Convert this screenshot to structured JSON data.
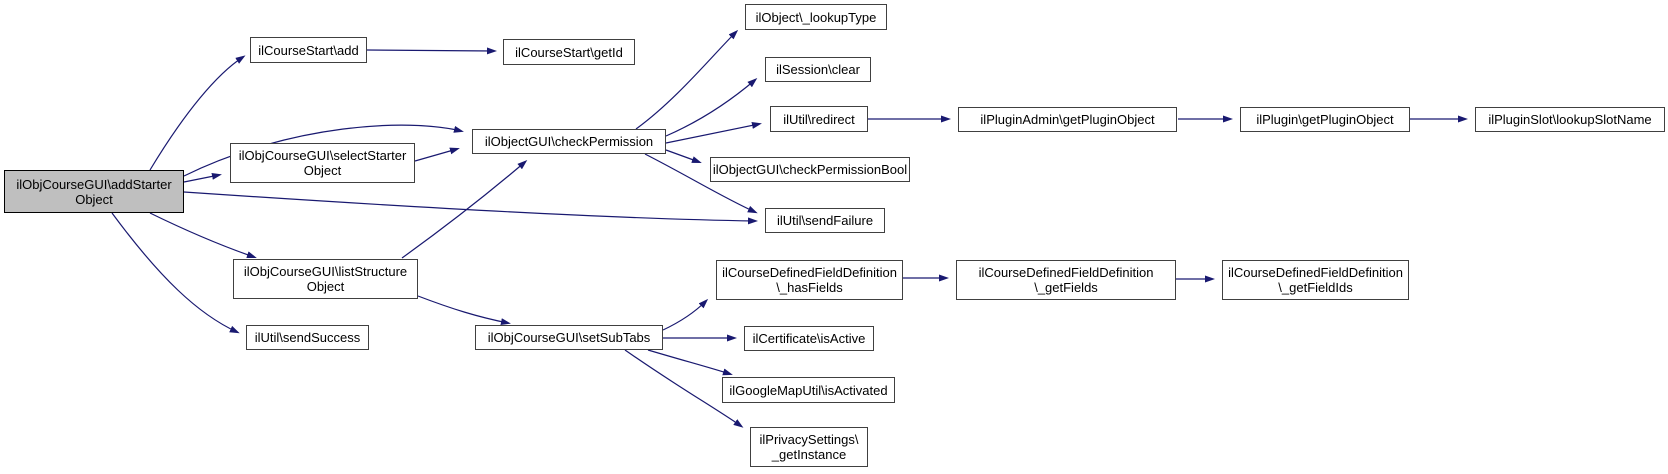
{
  "graph": {
    "type": "call-graph",
    "edge_color": "#191970",
    "node_border_color": "#404040",
    "root_fill_color": "#bfbfbf",
    "nodes": [
      {
        "id": "ilObjCourseGUI-addStarterObject",
        "label": "ilObjCourseGUI\\addStarter\nObject",
        "is_root": true
      },
      {
        "id": "ilCourseStart-add",
        "label": "ilCourseStart\\add",
        "is_root": false
      },
      {
        "id": "ilCourseStart-getId",
        "label": "ilCourseStart\\getId",
        "is_root": false
      },
      {
        "id": "ilObjCourseGUI-selectStarterObject",
        "label": "ilObjCourseGUI\\selectStarter\nObject",
        "is_root": false
      },
      {
        "id": "ilObjectGUI-checkPermission",
        "label": "ilObjectGUI\\checkPermission",
        "is_root": false
      },
      {
        "id": "ilObject-lookupType",
        "label": "ilObject\\_lookupType",
        "is_root": false
      },
      {
        "id": "ilSession-clear",
        "label": "ilSession\\clear",
        "is_root": false
      },
      {
        "id": "ilUtil-redirect",
        "label": "ilUtil\\redirect",
        "is_root": false
      },
      {
        "id": "ilObjectGUI-checkPermissionBool",
        "label": "ilObjectGUI\\checkPermissionBool",
        "is_root": false
      },
      {
        "id": "ilUtil-sendFailure",
        "label": "ilUtil\\sendFailure",
        "is_root": false
      },
      {
        "id": "ilPluginAdmin-getPluginObject",
        "label": "ilPluginAdmin\\getPluginObject",
        "is_root": false
      },
      {
        "id": "ilPlugin-getPluginObject",
        "label": "ilPlugin\\getPluginObject",
        "is_root": false
      },
      {
        "id": "ilPluginSlot-lookupSlotName",
        "label": "ilPluginSlot\\lookupSlotName",
        "is_root": false
      },
      {
        "id": "ilObjCourseGUI-listStructureObject",
        "label": "ilObjCourseGUI\\listStructure\nObject",
        "is_root": false
      },
      {
        "id": "ilUtil-sendSuccess",
        "label": "ilUtil\\sendSuccess",
        "is_root": false
      },
      {
        "id": "ilObjCourseGUI-setSubTabs",
        "label": "ilObjCourseGUI\\setSubTabs",
        "is_root": false
      },
      {
        "id": "ilCourseDefinedFieldDefinition-hasFields",
        "label": "ilCourseDefinedFieldDefinition\n\\_hasFields",
        "is_root": false
      },
      {
        "id": "ilCertificate-isActive",
        "label": "ilCertificate\\isActive",
        "is_root": false
      },
      {
        "id": "ilGoogleMapUtil-isActivated",
        "label": "ilGoogleMapUtil\\isActivated",
        "is_root": false
      },
      {
        "id": "ilPrivacySettings-getInstance",
        "label": "ilPrivacySettings\\\n_getInstance",
        "is_root": false
      },
      {
        "id": "ilCourseDefinedFieldDefinition-getFields",
        "label": "ilCourseDefinedFieldDefinition\n\\_getFields",
        "is_root": false
      },
      {
        "id": "ilCourseDefinedFieldDefinition-getFieldIds",
        "label": "ilCourseDefinedFieldDefinition\n\\_getFieldIds",
        "is_root": false
      }
    ],
    "edges": [
      {
        "from": "ilObjCourseGUI-addStarterObject",
        "to": "ilCourseStart-add"
      },
      {
        "from": "ilObjCourseGUI-addStarterObject",
        "to": "ilObjectGUI-checkPermission"
      },
      {
        "from": "ilObjCourseGUI-addStarterObject",
        "to": "ilObjCourseGUI-selectStarterObject"
      },
      {
        "from": "ilObjCourseGUI-addStarterObject",
        "to": "ilUtil-sendFailure"
      },
      {
        "from": "ilObjCourseGUI-addStarterObject",
        "to": "ilObjCourseGUI-listStructureObject"
      },
      {
        "from": "ilObjCourseGUI-addStarterObject",
        "to": "ilUtil-sendSuccess"
      },
      {
        "from": "ilCourseStart-add",
        "to": "ilCourseStart-getId"
      },
      {
        "from": "ilObjCourseGUI-selectStarterObject",
        "to": "ilObjectGUI-checkPermission"
      },
      {
        "from": "ilObjCourseGUI-listStructureObject",
        "to": "ilObjectGUI-checkPermission"
      },
      {
        "from": "ilObjCourseGUI-listStructureObject",
        "to": "ilObjCourseGUI-setSubTabs"
      },
      {
        "from": "ilObjectGUI-checkPermission",
        "to": "ilObject-lookupType"
      },
      {
        "from": "ilObjectGUI-checkPermission",
        "to": "ilSession-clear"
      },
      {
        "from": "ilObjectGUI-checkPermission",
        "to": "ilUtil-redirect"
      },
      {
        "from": "ilObjectGUI-checkPermission",
        "to": "ilObjectGUI-checkPermissionBool"
      },
      {
        "from": "ilObjectGUI-checkPermission",
        "to": "ilUtil-sendFailure"
      },
      {
        "from": "ilUtil-redirect",
        "to": "ilPluginAdmin-getPluginObject"
      },
      {
        "from": "ilPluginAdmin-getPluginObject",
        "to": "ilPlugin-getPluginObject"
      },
      {
        "from": "ilPlugin-getPluginObject",
        "to": "ilPluginSlot-lookupSlotName"
      },
      {
        "from": "ilObjCourseGUI-setSubTabs",
        "to": "ilCourseDefinedFieldDefinition-hasFields"
      },
      {
        "from": "ilObjCourseGUI-setSubTabs",
        "to": "ilCertificate-isActive"
      },
      {
        "from": "ilObjCourseGUI-setSubTabs",
        "to": "ilGoogleMapUtil-isActivated"
      },
      {
        "from": "ilObjCourseGUI-setSubTabs",
        "to": "ilPrivacySettings-getInstance"
      },
      {
        "from": "ilCourseDefinedFieldDefinition-hasFields",
        "to": "ilCourseDefinedFieldDefinition-getFields"
      },
      {
        "from": "ilCourseDefinedFieldDefinition-getFields",
        "to": "ilCourseDefinedFieldDefinition-getFieldIds"
      }
    ]
  }
}
